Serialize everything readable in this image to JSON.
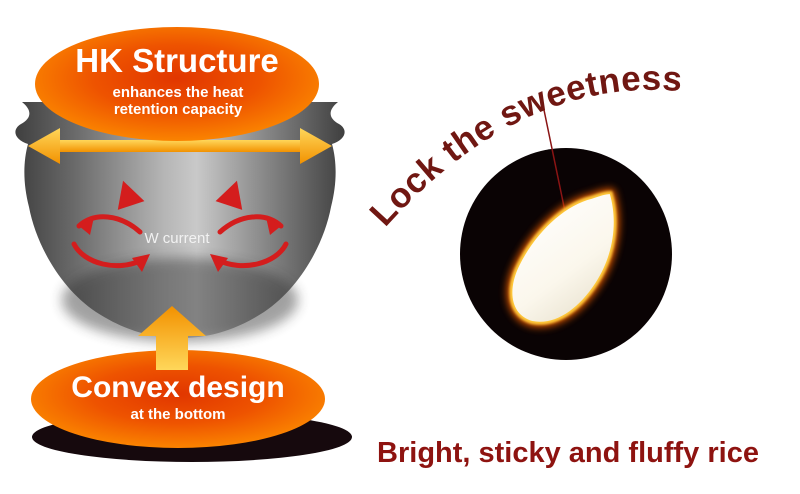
{
  "page": {
    "background": "#ffffff"
  },
  "left_diagram": {
    "top_bubble": {
      "title": "HK Structure",
      "subtitle": "enhances the heat retention capacity"
    },
    "pot_label": "W current",
    "bottom_bubble": {
      "title": "Convex design",
      "subtitle": "at the bottom"
    }
  },
  "right_diagram": {
    "curved_label": "Lock the sweetness",
    "caption": "Bright, sticky and fluffy rice"
  },
  "icons": {
    "heat_spread_arrow": "double-headed-horizontal-arrow",
    "heat_rise_arrow": "up-arrow",
    "circulation_arrows": "curved-red-arrows",
    "rice_grain": "glowing-rice-grain"
  },
  "colors": {
    "bubble_inner": "#e63f00",
    "bubble_outer": "#ff9600",
    "heat_arrow": "#f6a200",
    "circulation_red": "#d41d1d",
    "pot_gray": "#8a8a8a",
    "shadow_black": "#16090d",
    "maroon_heading": "#701712",
    "caption_red": "#8e1310",
    "circle_black": "#0a0304",
    "grain_glow": "#ffc93a"
  }
}
